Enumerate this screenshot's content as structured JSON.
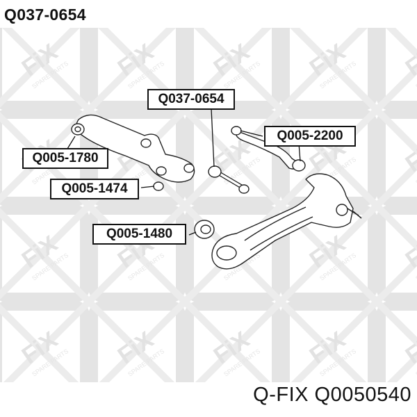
{
  "header": {
    "title": "Q037-0654"
  },
  "footer": {
    "caption": "Q-FIX Q0050540"
  },
  "watermark": {
    "logo": "FIX",
    "tagline": "SPARE PARTS"
  },
  "callouts": [
    {
      "id": "q037-0654",
      "label": "Q037-0654"
    },
    {
      "id": "q005-2200",
      "label": "Q005-2200"
    },
    {
      "id": "q005-1780",
      "label": "Q005-1780"
    },
    {
      "id": "q005-1474",
      "label": "Q005-1474"
    },
    {
      "id": "q005-1480",
      "label": "Q005-1480"
    }
  ]
}
